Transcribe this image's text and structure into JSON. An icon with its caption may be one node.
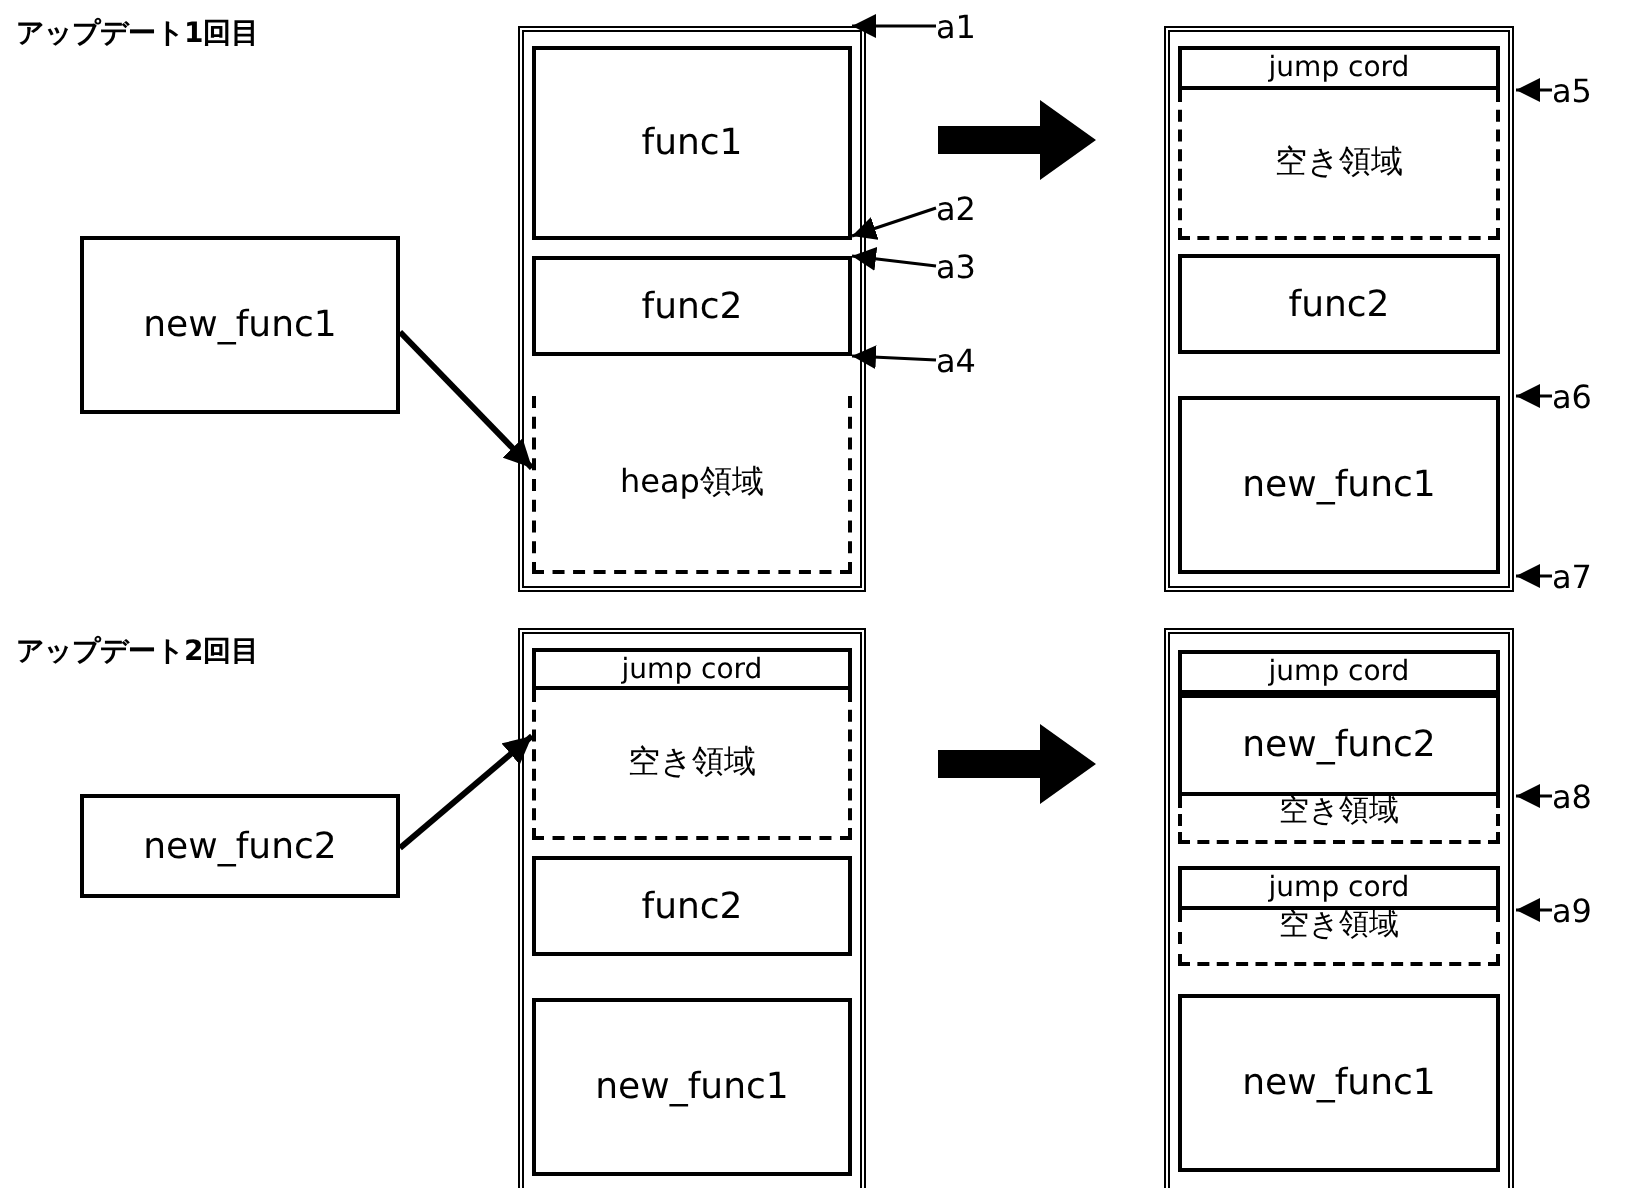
{
  "diagram": {
    "nodes": [
      {
        "text": [],
        "shape": "box"
      },
      {
        "text": [
          "func1"
        ],
        "in": 0
      },
      {
        "text": [
          "func2"
        ],
        "in": 0
      },
      {
        "text": [
          "heap領域"
        ],
        "in": 0
      },
      {
        "text": [
          "new_func1"
        ]
      },
      {
        "text": [],
        "shape": "box"
      },
      {
        "text": [
          "jump cord"
        ],
        "in": 5
      },
      {
        "text": [
          "空き領域"
        ],
        "in": 5
      },
      {
        "text": [
          "func2"
        ],
        "in": 5
      },
      {
        "text": [
          "new_func1"
        ],
        "in": 5
      },
      {
        "text": [],
        "shape": "box"
      },
      {
        "text": [
          "jump cord"
        ],
        "in": 10
      },
      {
        "text": [
          "空き領域"
        ],
        "in": 10
      },
      {
        "text": [
          "func2"
        ],
        "in": 10
      },
      {
        "text": [
          "new_func1"
        ],
        "in": 10
      },
      {
        "text": [
          "new_func2"
        ]
      },
      {
        "text": [],
        "shape": "box"
      },
      {
        "text": [
          "jump cord"
        ],
        "in": 16
      },
      {
        "text": [
          "new_func2"
        ],
        "in": 16
      },
      {
        "text": [
          "空き領域"
        ],
        "in": 16
      },
      {
        "text": [
          "jump cord"
        ],
        "in": 16
      },
      {
        "text": [
          "空き領域"
        ],
        "in": 16
      },
      {
        "text": [
          "new_func1"
        ],
        "in": 16
      },
      {
        "text": [
          "a1"
        ]
      },
      {
        "text": [
          "a2"
        ]
      },
      {
        "text": [
          "a3"
        ]
      },
      {
        "text": [
          "a4"
        ]
      },
      {
        "text": [
          "a5"
        ]
      },
      {
        "text": [
          "a6"
        ]
      },
      {
        "text": [
          "a7"
        ]
      },
      {
        "text": [
          "a8"
        ]
      },
      {
        "text": [
          "a9"
        ]
      }
    ],
    "edges": [
      {
        "from": 4,
        "to": 3,
        "arrow": "to",
        "style": "thick"
      },
      {
        "from": 0,
        "to": 5,
        "arrow": "to",
        "style": "thick"
      },
      {
        "from": 15,
        "to": 12,
        "arrow": "to",
        "style": "thick"
      },
      {
        "from": 10,
        "to": 16,
        "arrow": "to",
        "style": "thick"
      },
      {
        "from": 23,
        "to": 1,
        "arrow": "to"
      },
      {
        "from": 24,
        "to": 1,
        "arrow": "to"
      },
      {
        "from": 25,
        "to": 2,
        "arrow": "to"
      },
      {
        "from": 26,
        "to": 2,
        "arrow": "to"
      },
      {
        "from": 27,
        "to": null,
        "arrow": "to"
      },
      {
        "from": 28,
        "to": null,
        "arrow": "to"
      },
      {
        "from": 29,
        "to": null,
        "arrow": "to"
      },
      {
        "from": 30,
        "to": null,
        "arrow": "to"
      },
      {
        "from": 31,
        "to": null,
        "arrow": "to"
      }
    ],
    "labels": [
      "アップデート1回目",
      "アップデート2回目"
    ]
  }
}
